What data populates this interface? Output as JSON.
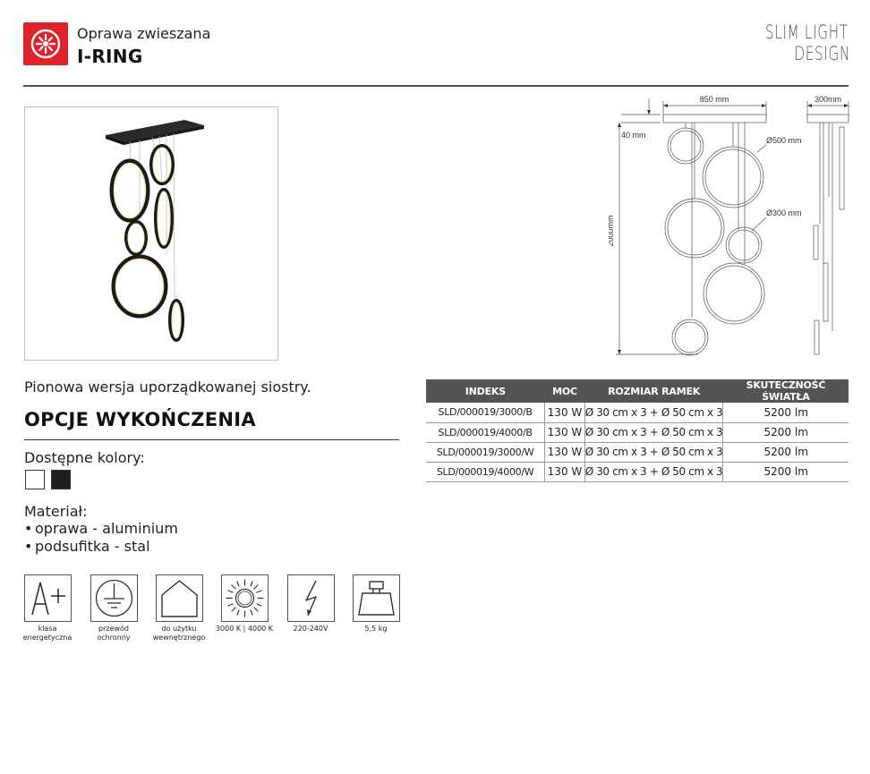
{
  "header": {
    "product_type": "Oprawa zwieszana",
    "product_name": "I-RING",
    "brand_line1": "SLIM LIGHT",
    "brand_line2": "DESIGN",
    "logo_icon": "sunburst-logo-icon",
    "logo_color": "#e0232b"
  },
  "drawing": {
    "width_label": "850 mm",
    "depth_label": "300mm",
    "canopy_label": "40 mm",
    "height_label": "2000mm",
    "big_ring_label": "Ø500 mm",
    "small_ring_label": "Ø300 mm"
  },
  "description": "Pionowa wersja uporządkowanej siostry.",
  "finish": {
    "heading": "OPCJE WYKOŃCZENIA",
    "colors_label": "Dostępne kolory:",
    "swatches": [
      {
        "name": "white",
        "color": "#ffffff"
      },
      {
        "name": "black",
        "color": "#231f20"
      }
    ],
    "material_label": "Materiał:",
    "materials": [
      "oprawa - aluminium",
      "podsufitka - stal"
    ]
  },
  "icons": [
    {
      "icon": "energy-class-icon",
      "symbol": "A+",
      "caption_line1": "klasa",
      "caption_line2": "energetyczna"
    },
    {
      "icon": "protective-earth-icon",
      "symbol": "",
      "caption_line1": "przewód",
      "caption_line2": "ochronny"
    },
    {
      "icon": "indoor-use-icon",
      "symbol": "",
      "caption_line1": "do użytku",
      "caption_line2": "wewnętrznego"
    },
    {
      "icon": "color-temperature-icon",
      "symbol": "",
      "caption_line1": "3000 K | 4000 K",
      "caption_line2": ""
    },
    {
      "icon": "voltage-icon",
      "symbol": "",
      "caption_line1": "220-240V",
      "caption_line2": ""
    },
    {
      "icon": "weight-icon",
      "symbol": "",
      "caption_line1": "5,5 kg",
      "caption_line2": ""
    }
  ],
  "table": {
    "headers": [
      "INDEKS",
      "MOC",
      "ROZMIAR RAMEK",
      "SKUTECZNOŚĆ ŚWIATŁA"
    ],
    "rows": [
      [
        "SLD/000019/3000/B",
        "130 W",
        "Ø 30 cm x 3 + Ø 50 cm x 3",
        "5200 lm"
      ],
      [
        "SLD/000019/4000/B",
        "130 W",
        "Ø 30 cm x 3 + Ø 50 cm x 3",
        "5200 lm"
      ],
      [
        "SLD/000019/3000/W",
        "130 W",
        "Ø 30 cm x 3 + Ø 50 cm x 3",
        "5200 lm"
      ],
      [
        "SLD/000019/4000/W",
        "130 W",
        "Ø 30 cm x 3 + Ø 50 cm x 3",
        "5200 lm"
      ]
    ]
  }
}
